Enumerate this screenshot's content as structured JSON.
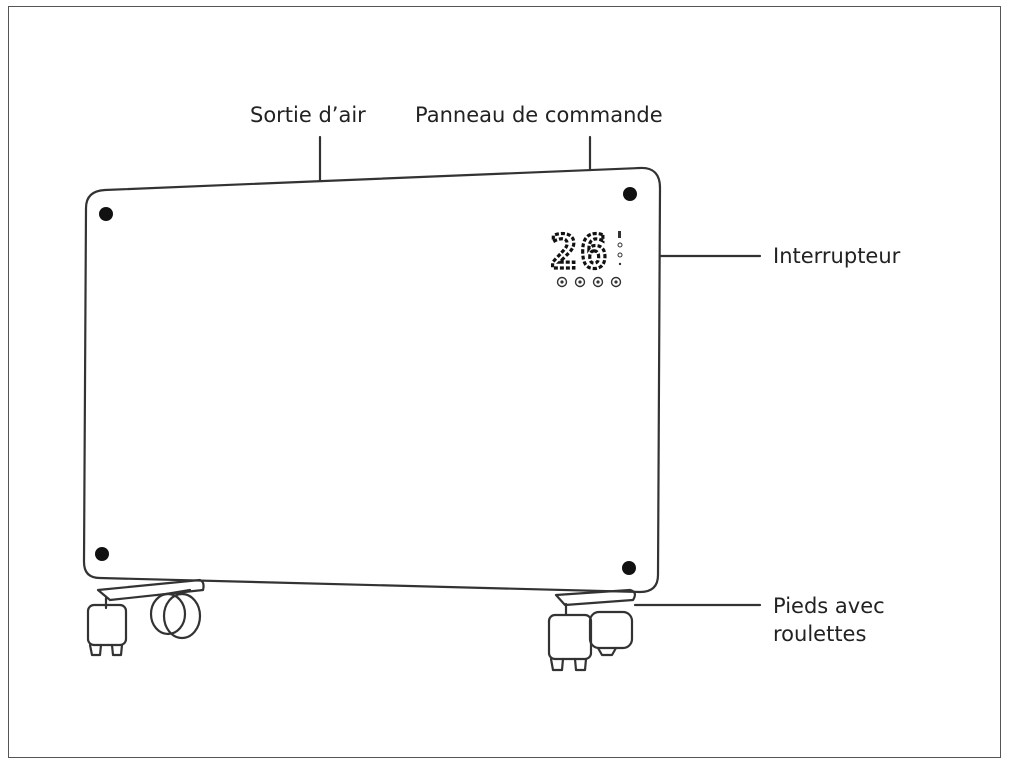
{
  "labels": {
    "air_outlet": "Sortie d’air",
    "control_panel": "Panneau de commande",
    "switch": "Interrupteur",
    "feet_line1": "Pieds avec",
    "feet_line2": "roulettes"
  },
  "display": {
    "temperature": "26"
  },
  "colors": {
    "line": "#333333",
    "text": "#222222",
    "background": "#ffffff"
  }
}
